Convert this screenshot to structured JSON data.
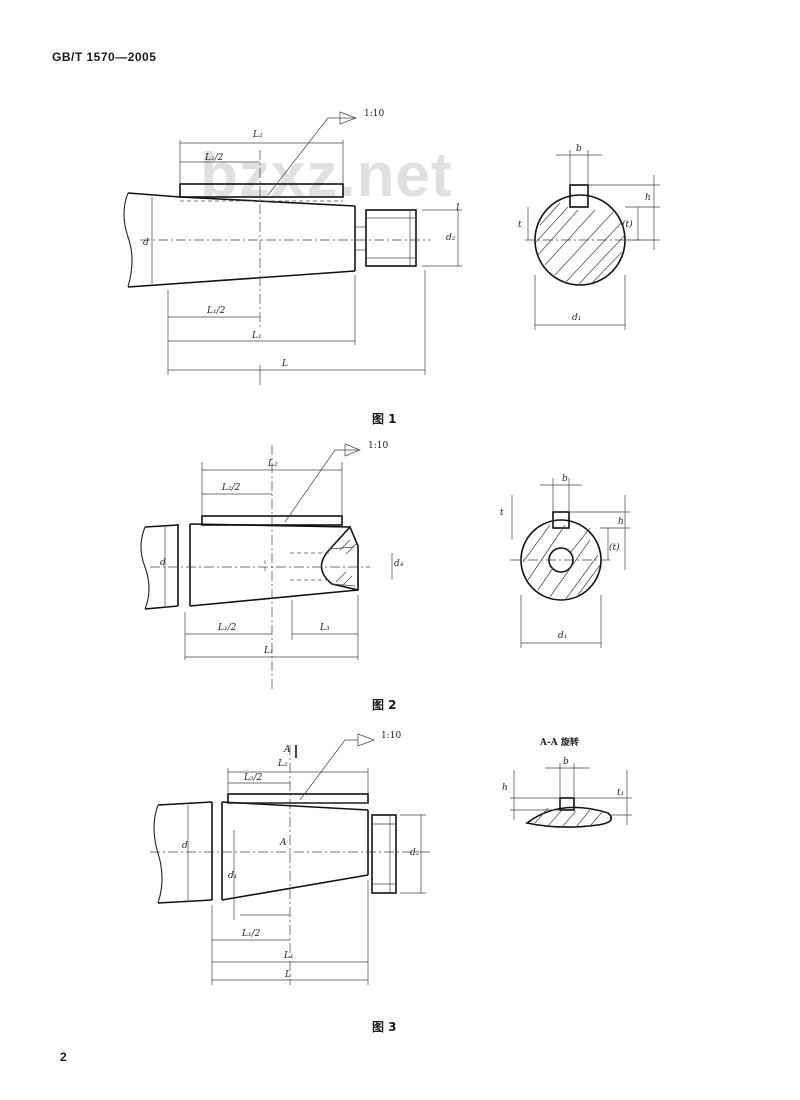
{
  "header": {
    "standard_code": "GB/T 1570—2005"
  },
  "watermark": "bzxz.net",
  "page_number": "2",
  "figure1": {
    "caption": "图 1",
    "taper": "1:10",
    "labels": {
      "L2": "L₂",
      "L2_half": "L₂/2",
      "L1_half": "L₁/2",
      "L1": "L₁",
      "L": "L",
      "d": "d",
      "d2": "d₂",
      "b": "b",
      "h": "h",
      "t": "t",
      "t_paren": "(t)",
      "d1": "d₁",
      "one": "1"
    }
  },
  "figure2": {
    "caption": "图 2",
    "taper": "1:10",
    "labels": {
      "L2": "L₂",
      "L2_half": "L₂/2",
      "L1_half": "L₁/2",
      "L3": "L₃",
      "L1": "L₁",
      "d": "d",
      "d4": "d₄",
      "b": "b",
      "h": "h",
      "t": "t",
      "t_paren": "(t)",
      "d1": "d₁"
    }
  },
  "figure3": {
    "caption": "图 3",
    "taper": "1:10",
    "section_title": "A-A 旋转",
    "labels": {
      "A": "A",
      "L2": "L₂",
      "L2_half": "L₂/2",
      "L1_half": "L₁/2",
      "L1": "L₁",
      "L": "L",
      "d": "d",
      "d2": "d₂",
      "d1": "d₁",
      "b": "b",
      "h": "h",
      "t1": "t₁"
    }
  }
}
